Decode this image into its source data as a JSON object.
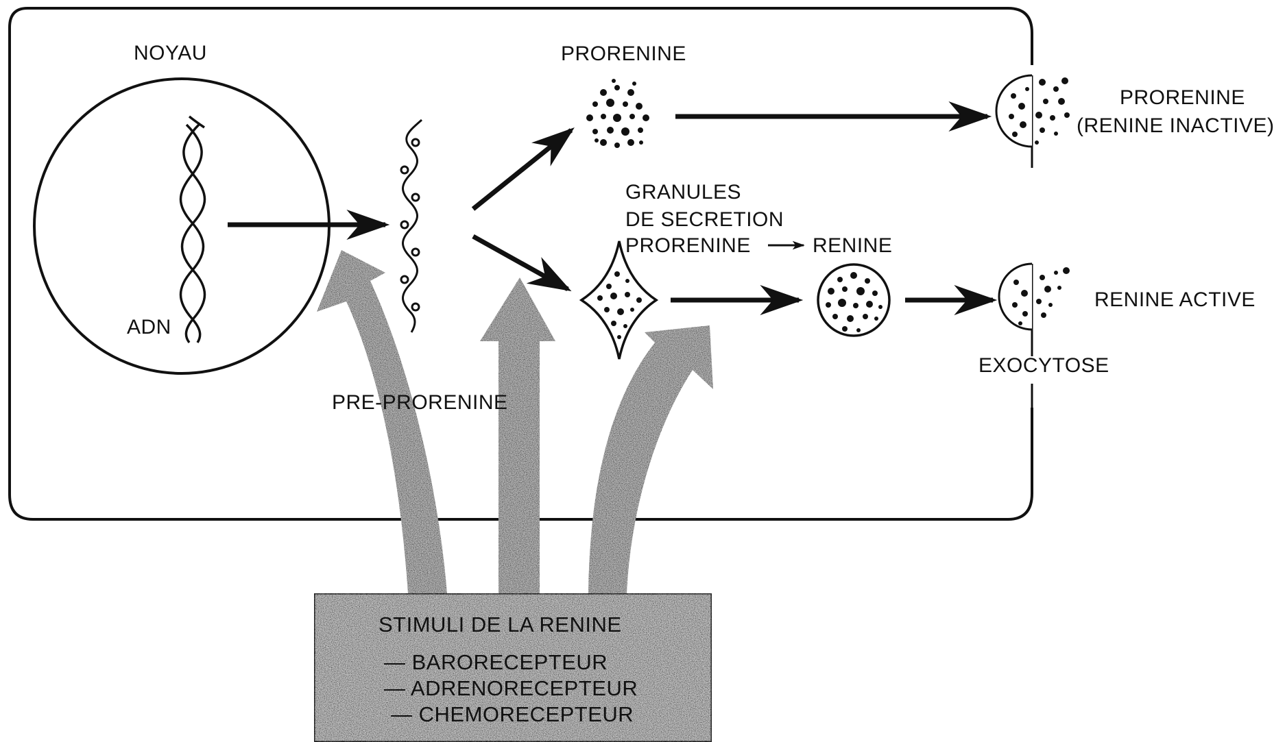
{
  "labels": {
    "noyau": "NOYAU",
    "adn": "ADN",
    "pre_prorenine": "PRE-PRORENINE",
    "prorenine_top": "PRORENINE",
    "granules_line1": "GRANULES",
    "granules_line2": "DE SECRETION",
    "granules_prorenine": "PRORENINE",
    "granules_renine": "RENINE",
    "out_prorenine": "PRORENINE",
    "out_renine_inactive": "(RENINE INACTIVE)",
    "renine_active": "RENINE ACTIVE",
    "exocytose": "EXOCYTOSE"
  },
  "stimuli": {
    "title": "STIMULI DE LA RENINE",
    "items": [
      "— BARORECEPTEUR",
      "— ADRENORECEPTEUR",
      "— CHEMORECEPTEUR"
    ]
  },
  "colors": {
    "ink": "#111111",
    "stipple_fill": "#9a9a9a",
    "background": "#ffffff"
  }
}
